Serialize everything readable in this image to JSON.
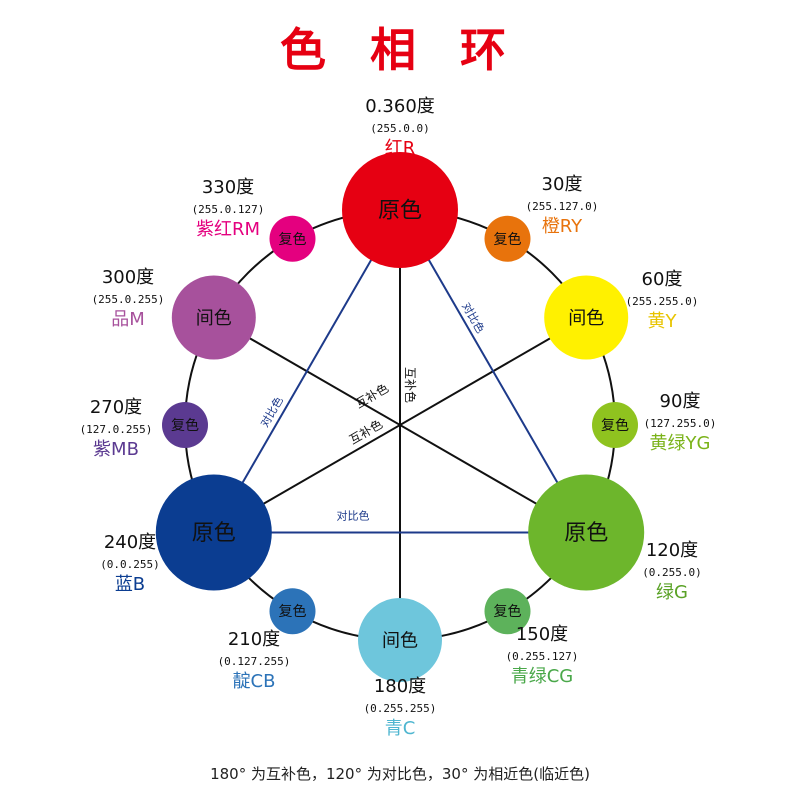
{
  "title": "色 相 环",
  "footer": "180° 为互补色，120° 为对比色，30° 为相近色(临近色)",
  "relation_labels": {
    "complementary": "互补色",
    "contrast": "对比色"
  },
  "colors": [
    {
      "id": "r",
      "degree": "0.360度",
      "rgb": "(255.0.0)",
      "name": "红R",
      "fill": "#e60012",
      "text_color": "#e60012",
      "type": "原色"
    },
    {
      "id": "ry",
      "degree": "30度",
      "rgb": "(255.127.0)",
      "name": "橙RY",
      "fill": "#e8730c",
      "text_color": "#e8730c",
      "type": "复色"
    },
    {
      "id": "y",
      "degree": "60度",
      "rgb": "(255.255.0)",
      "name": "黄Y",
      "fill": "#fff100",
      "text_color": "#e8c400",
      "type": "间色"
    },
    {
      "id": "yg",
      "degree": "90度",
      "rgb": "(127.255.0)",
      "name": "黄绿YG",
      "fill": "#8fc31f",
      "text_color": "#7bb31a",
      "type": "复色"
    },
    {
      "id": "g",
      "degree": "120度",
      "rgb": "(0.255.0)",
      "name": "绿G",
      "fill": "#6db62c",
      "text_color": "#5aa226",
      "type": "原色"
    },
    {
      "id": "cg",
      "degree": "150度",
      "rgb": "(0.255.127)",
      "name": "青绿CG",
      "fill": "#5db25b",
      "text_color": "#4aa84a",
      "type": "复色"
    },
    {
      "id": "c",
      "degree": "180度",
      "rgb": "(0.255.255)",
      "name": "青C",
      "fill": "#6ec6dc",
      "text_color": "#4fb6d0",
      "type": "间色"
    },
    {
      "id": "cb",
      "degree": "210度",
      "rgb": "(0.127.255)",
      "name": "靛CB",
      "fill": "#2c73b8",
      "text_color": "#2c73b8",
      "type": "复色"
    },
    {
      "id": "b",
      "degree": "240度",
      "rgb": "(0.0.255)",
      "name": "蓝B",
      "fill": "#0b3d91",
      "text_color": "#0b3d91",
      "type": "原色"
    },
    {
      "id": "mb",
      "degree": "270度",
      "rgb": "(127.0.255)",
      "name": "紫MB",
      "fill": "#5b3a91",
      "text_color": "#5b3a91",
      "type": "复色"
    },
    {
      "id": "m",
      "degree": "300度",
      "rgb": "(255.0.255)",
      "name": "品M",
      "fill": "#a7519c",
      "text_color": "#a7519c",
      "type": "间色"
    },
    {
      "id": "rm",
      "degree": "330度",
      "rgb": "(255.0.127)",
      "name": "紫红RM",
      "fill": "#e4007f",
      "text_color": "#e4007f",
      "type": "复色"
    }
  ]
}
